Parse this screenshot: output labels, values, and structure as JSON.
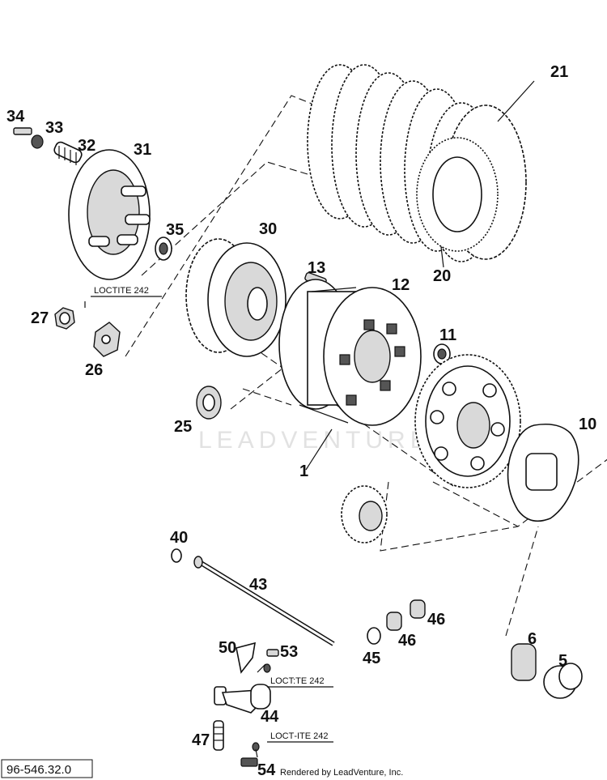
{
  "watermark": "LEADVENTURE",
  "diagram_code": "96-546.32.0",
  "footer_text": "Rendered by LeadVenture, Inc.",
  "notes": {
    "loctite_27": "LOCTITE 242",
    "loctite_53": "LOCT:TE 242",
    "loctite_54": "LOCT‑ITE 242"
  },
  "callouts": [
    "1",
    "5",
    "6",
    "10",
    "11",
    "12",
    "13",
    "20",
    "21",
    "25",
    "26",
    "27",
    "30",
    "31",
    "32",
    "33",
    "34",
    "35",
    "40",
    "43",
    "44",
    "45",
    "46",
    "46",
    "47",
    "50",
    "53",
    "54"
  ]
}
